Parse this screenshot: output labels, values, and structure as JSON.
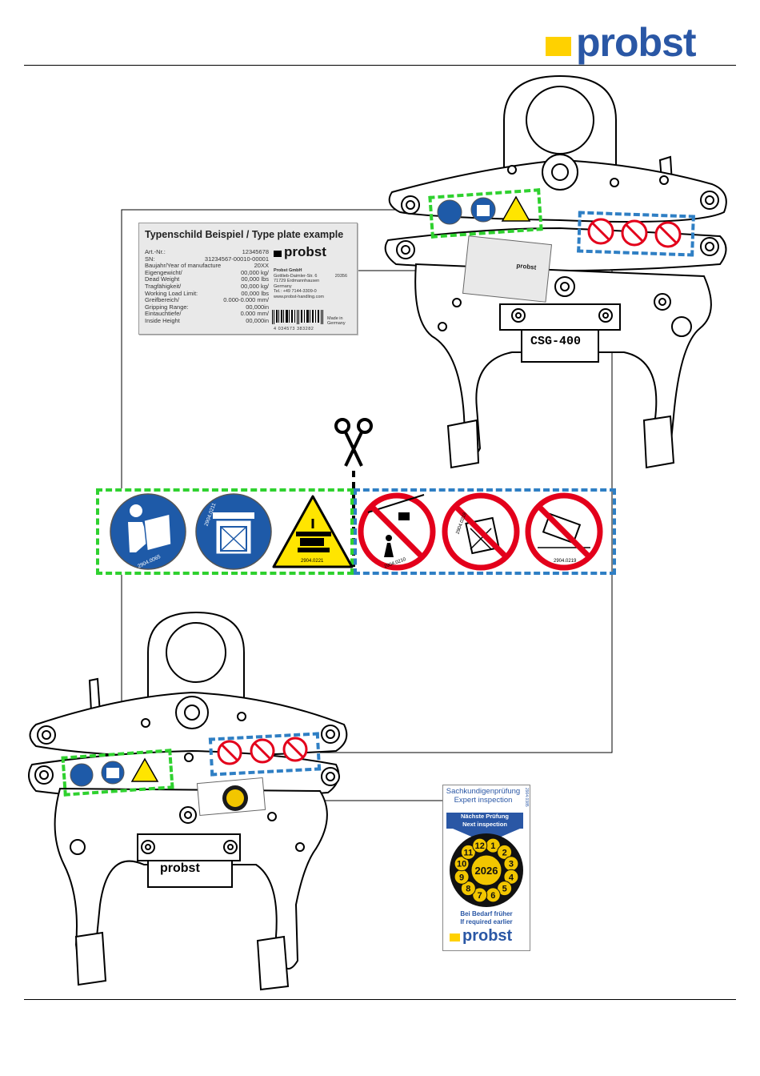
{
  "header": {
    "brand": "probst"
  },
  "type_plate": {
    "title": "Typenschild Beispiel / Type plate example",
    "rows": [
      {
        "label": "Art.-Nr.:",
        "value": "12345678"
      },
      {
        "label": "SN:",
        "value": "31234567-00010-00001"
      },
      {
        "label": "Baujahr/Year of manufacture",
        "value": "20XX"
      },
      {
        "label": "Eigengewicht/",
        "value": "00,000 kg/"
      },
      {
        "label": "Dead Weight",
        "value": "00,000 lbs"
      },
      {
        "label": "Tragfähigkeit/",
        "value": "00,000 kg/"
      },
      {
        "label": "Working Load Limit:",
        "value": "00,000 lbs"
      },
      {
        "label": "Greifbereich/",
        "value": "0.000-0.000 mm/"
      },
      {
        "label": "Gripping Range:",
        "value": "00,000in"
      },
      {
        "label": "Eintauchtiefe/",
        "value": "0.000 mm/"
      },
      {
        "label": "Inside Height",
        "value": "00,000in"
      }
    ],
    "brand": "probst",
    "address_lines": [
      "Probst GmbH",
      "Gottlieb-Daimler-Str. 6",
      "71729 Erdmannhausen",
      "Germany",
      "Tel.: +49 7144-3309-0",
      "www.probst-handling.com"
    ],
    "address_code": "20356",
    "made_in": [
      "Made in",
      "Germany"
    ],
    "barcode_number": "4 034573 383282"
  },
  "device_top": {
    "model_label": "CSG-400"
  },
  "device_bottom": {
    "brand": "probst"
  },
  "sticker_strip": {
    "mandatory_signs": [
      {
        "icon": "read-manual-icon",
        "code": "2904.0065"
      },
      {
        "icon": "lift-device-icon",
        "code": "2904.0211"
      },
      {
        "icon": "crush-hazard-icon",
        "code": "2904.0221"
      }
    ],
    "prohibition_signs": [
      {
        "icon": "no-walking-under-load-icon",
        "code": "2904.0210"
      },
      {
        "icon": "no-tilted-lifting-icon",
        "code": "2904.0218"
      },
      {
        "icon": "no-slanted-gripping-icon",
        "code": "2904.0219"
      }
    ],
    "cut_icon": "scissors-icon"
  },
  "inspection_label": {
    "head_line1": "Sachkundigenprüfung",
    "head_line2": "Expert inspection",
    "band_line1": "Nächste Prüfung",
    "band_line2": "Next inspection",
    "year": "2026",
    "months": [
      "1",
      "2",
      "3",
      "4",
      "5",
      "6",
      "7",
      "8",
      "9",
      "10",
      "11",
      "12"
    ],
    "bottom_line1": "Bei Bedarf früher",
    "bottom_line2": "If required earlier",
    "brand": "probst",
    "side_code": "2904.0385"
  },
  "colors": {
    "brand_blue": "#2a57a5",
    "brand_yellow": "#ffd100",
    "green_dash": "#2fd12f",
    "blue_dash": "#2f7fc4",
    "prohibition_red": "#e3001b",
    "mandatory_blue": "#1e5aa8",
    "warning_yellow": "#ffe500"
  }
}
